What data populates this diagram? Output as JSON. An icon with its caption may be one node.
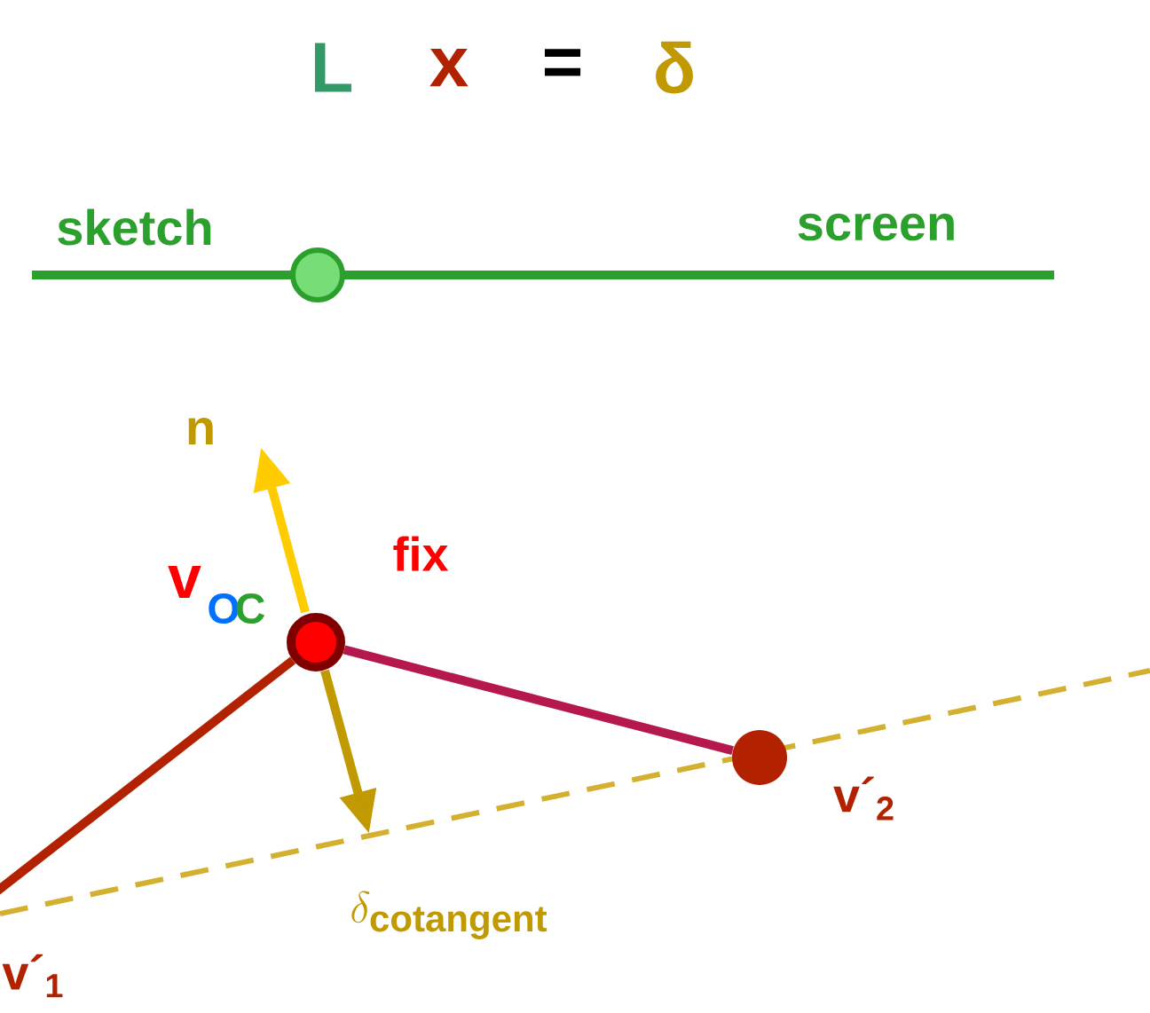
{
  "diagram": {
    "nodes": [
      {
        "text": [],
        "shape": "circle",
        "beside": [
          "fix"
        ]
      },
      {
        "text": [],
        "shape": "circle",
        "beside": [
          "v´$_{2}$"
        ]
      }
    ],
    "edges": [
      {
        "from": 0,
        "to": 1,
        "arrow": "none",
        "color": "#b5174f"
      },
      {
        "from": 0,
        "to": null,
        "arrow": "none",
        "color": "#b22200"
      }
    ],
    "labels": [
      "L",
      "x",
      "=",
      "δ",
      "sketch",
      "screen",
      "n",
      "v",
      "O",
      "C",
      "\\delta_{\\textbf{cotangent}}",
      "v´$_{1}$"
    ]
  }
}
